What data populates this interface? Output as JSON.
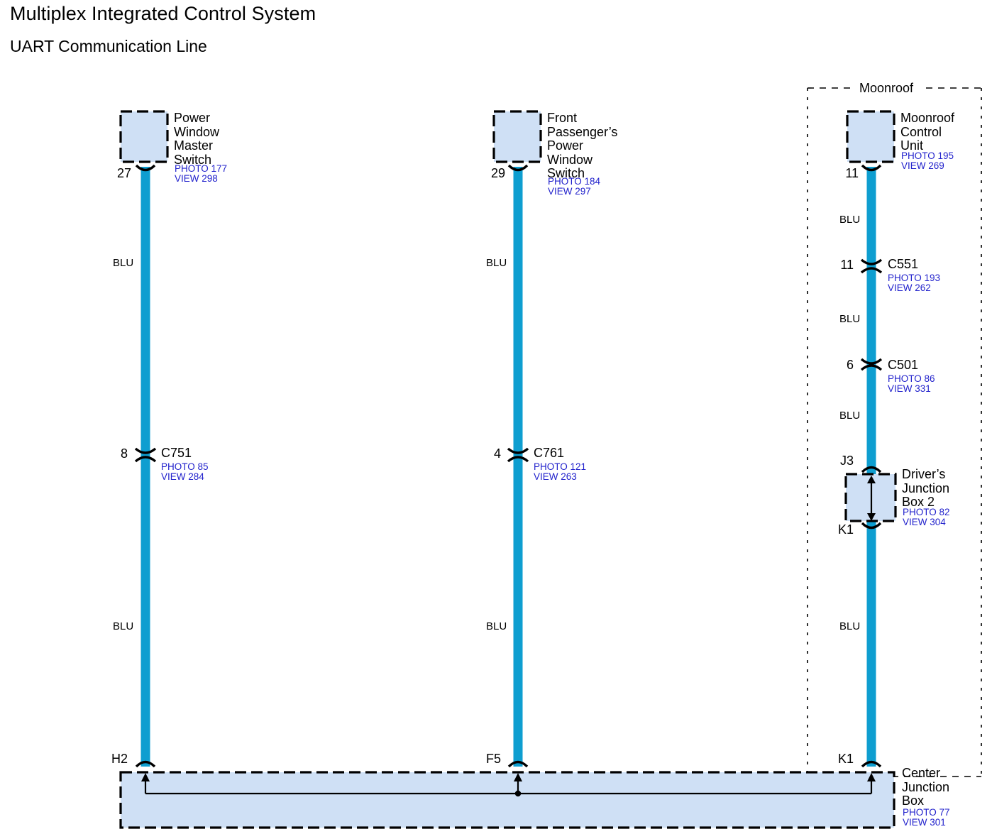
{
  "title": {
    "main": "Multiplex Integrated Control System",
    "sub": "UART Communication Line"
  },
  "colors": {
    "wire_blue": "#0e9ed0",
    "box_fill": "#cfe0f5",
    "box_stroke": "#000000",
    "reference_text": "#2222cc",
    "background": "#ffffff"
  },
  "enclosures": [
    {
      "id": "moonroof-enclosure",
      "label": "Moonroof"
    }
  ],
  "columns": [
    {
      "id": "power-window-master-switch",
      "component": {
        "name": "Power\nWindow\nMaster\nSwitch",
        "photo": "PHOTO 177",
        "view": "VIEW 298",
        "pin": "27"
      },
      "wire_colors": [
        "BLU",
        "BLU"
      ],
      "connectors": [
        {
          "pin": "8",
          "name": "C751",
          "photo": "PHOTO 85",
          "view": "VIEW 284"
        }
      ],
      "terminal": "H2"
    },
    {
      "id": "front-passengers-power-window-switch",
      "component": {
        "name": "Front\nPassenger’s\nPower\nWindow\nSwitch",
        "photo": "PHOTO 184",
        "view": "VIEW 297",
        "pin": "29"
      },
      "wire_colors": [
        "BLU",
        "BLU"
      ],
      "connectors": [
        {
          "pin": "4",
          "name": "C761",
          "photo": "PHOTO 121",
          "view": "VIEW 263"
        }
      ],
      "terminal": "F5"
    },
    {
      "id": "moonroof-control-unit",
      "component": {
        "name": "Moonroof\nControl\nUnit",
        "photo": "PHOTO 195",
        "view": "VIEW 269",
        "pin": "11"
      },
      "wire_colors": [
        "BLU",
        "BLU",
        "BLU",
        "BLU"
      ],
      "connectors": [
        {
          "pin": "11",
          "name": "C551",
          "photo": "PHOTO 193",
          "view": "VIEW 262"
        },
        {
          "pin": "6",
          "name": "C501",
          "photo": "PHOTO 86",
          "view": "VIEW 331"
        }
      ],
      "junction_box": {
        "name": "Driver’s\nJunction\nBox 2",
        "photo": "PHOTO 82",
        "view": "VIEW 304",
        "pin_top": "J3",
        "pin_bottom": "K1"
      },
      "terminal": "K1"
    }
  ],
  "center_junction_box": {
    "name": "Center\nJunction\nBox",
    "photo": "PHOTO 77",
    "view": "VIEW 301",
    "terminals": [
      "H2",
      "F5",
      "K1"
    ]
  }
}
